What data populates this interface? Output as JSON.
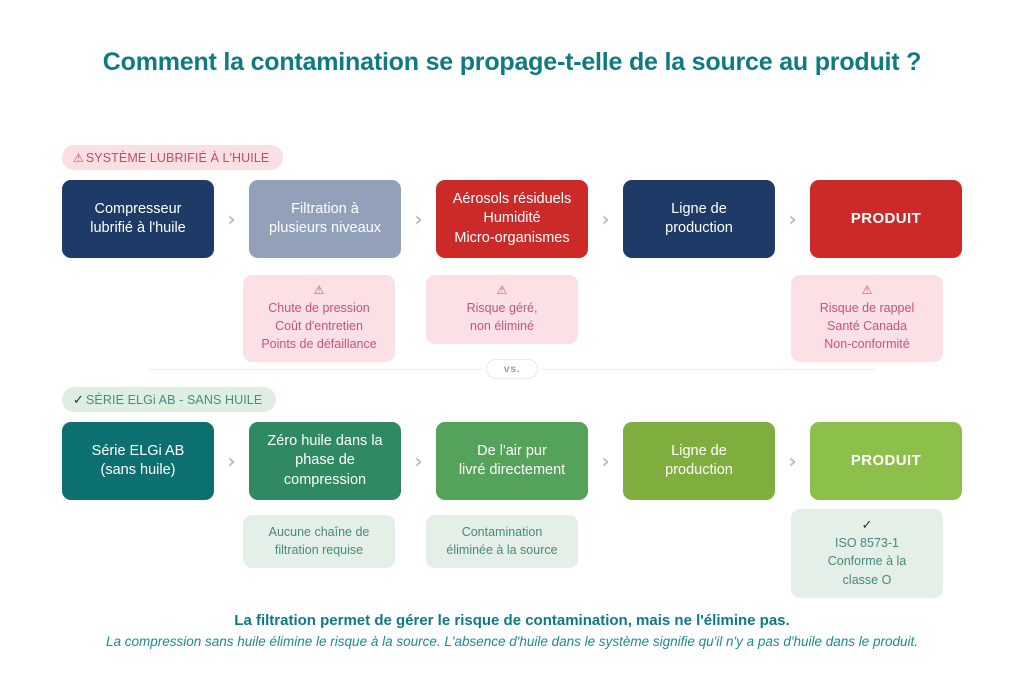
{
  "title": "Comment la contamination se propage-t-elle de la source au produit ?",
  "colors": {
    "brand_teal": "#0e7a82",
    "navy": "#1e3a66",
    "slate": "#93a0ba",
    "red": "#cc2a28",
    "teal_box": "#0c7070",
    "green_dark": "#2f8a63",
    "green_mid": "#55a35a",
    "green_light": "#7fae3e",
    "green_lighter": "#8dc04a",
    "pink_note": "#fbe0e6",
    "green_note": "#e4f0e7"
  },
  "oil_track": {
    "badge": {
      "icon": "warning-triangle",
      "icon_glyph": "⚠",
      "label": "SYSTÈME LUBRIFIÉ À L'HUILE"
    },
    "nodes": [
      {
        "lines": [
          "Compresseur",
          "lubrifié à l'huile"
        ],
        "color": "#1e3a66",
        "bold": false
      },
      {
        "lines": [
          "Filtration à",
          "plusieurs niveaux"
        ],
        "color": "#93a0ba",
        "bold": false
      },
      {
        "lines": [
          "Aérosols résiduels",
          "Humidité",
          "Micro-organismes"
        ],
        "color": "#cc2a28",
        "bold": false
      },
      {
        "lines": [
          "Ligne de",
          "production"
        ],
        "color": "#1e3a66",
        "bold": false
      },
      {
        "lines": [
          "PRODUIT"
        ],
        "color": "#cc2a28",
        "bold": true
      }
    ],
    "notes": [
      {
        "icon_glyph": "⚠",
        "lines": [
          "Chute de pression",
          "Coût d'entretien",
          "Points de défaillance"
        ]
      },
      {
        "icon_glyph": "⚠",
        "lines": [
          "Risque géré,",
          "non éliminé"
        ]
      },
      {
        "icon_glyph": "⚠",
        "lines": [
          "Risque de rappel",
          "Santé Canada",
          "Non-conformité"
        ]
      }
    ]
  },
  "divider": {
    "label": "vs."
  },
  "oilfree_track": {
    "badge": {
      "icon": "check-mark",
      "icon_glyph": "✓",
      "label": "SÉRIE ELGi AB - SANS HUILE"
    },
    "nodes": [
      {
        "lines": [
          "Série ELGi AB",
          "(sans huile)"
        ],
        "color": "#0c7070",
        "bold": false
      },
      {
        "lines": [
          "Zéro huile dans la",
          "phase de",
          "compression"
        ],
        "color": "#2f8a63",
        "bold": false
      },
      {
        "lines": [
          "De l'air pur",
          "livré directement"
        ],
        "color": "#55a35a",
        "bold": false
      },
      {
        "lines": [
          "Ligne de",
          "production"
        ],
        "color": "#7fae3e",
        "bold": false
      },
      {
        "lines": [
          "PRODUIT"
        ],
        "color": "#8dc04a",
        "bold": true
      }
    ],
    "notes": [
      {
        "icon_glyph": "",
        "lines": [
          "Aucune chaîne de",
          "filtration requise"
        ]
      },
      {
        "icon_glyph": "",
        "lines": [
          "Contamination",
          "éliminée à la source"
        ]
      },
      {
        "icon_glyph": "✓",
        "lines": [
          "ISO 8573-1",
          "Conforme à la",
          "classe O"
        ]
      }
    ]
  },
  "footer": {
    "bold_line": "La filtration permet de gérer le risque de contamination, mais ne l'élimine pas.",
    "italic_line": "La compression sans huile élimine le risque à la source. L'absence d'huile dans le système signifie qu'il n'y a pas d'huile dans le produit."
  }
}
